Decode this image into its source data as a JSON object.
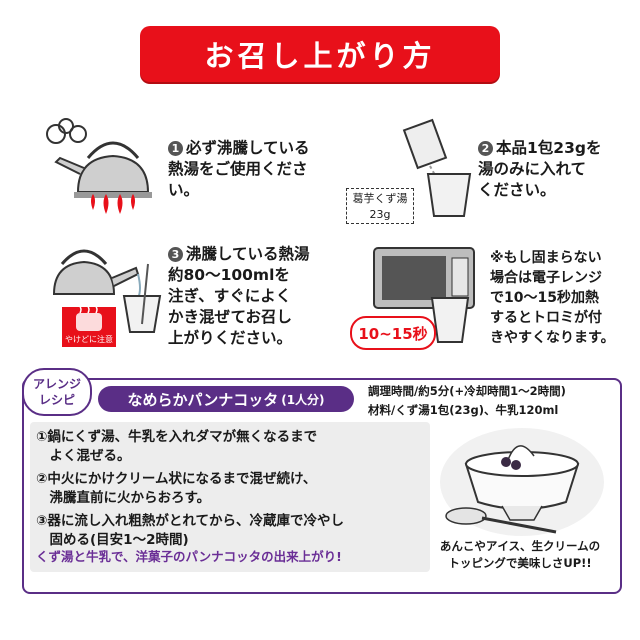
{
  "title": "お召し上がり方",
  "steps": [
    {
      "num": "1",
      "lines": [
        "必ず沸騰している",
        "熱湯をご使用くださ",
        "い。"
      ]
    },
    {
      "num": "2",
      "lines": [
        "本品1包23gを",
        "湯のみに入れて",
        "ください。"
      ]
    },
    {
      "num": "3",
      "lines": [
        "沸騰している熱湯",
        "約80〜100mlを",
        "注ぎ、すぐによく",
        "かき混ぜてお召し",
        "上がりください。"
      ]
    }
  ],
  "note_lines": [
    "※もし固まらない",
    "場合は電子レンジ",
    "で10〜15秒加熱",
    "するとトロミが付",
    "きやすくなります。"
  ],
  "package_label": {
    "line1": "葛芋くず湯",
    "line2": "23g"
  },
  "time_badge": "10~15秒",
  "caution_label": "やけどに注意",
  "arrange": {
    "tag_line1": "アレンジ",
    "tag_line2": "レシピ",
    "recipe_name": "なめらかパンナコッタ",
    "servings": "(1人分)",
    "time": "調理時間/約5分(+冷却時間1〜2時間)",
    "ingredients": "材料/くず湯1包(23g)、牛乳120ml",
    "steps": [
      [
        "①鍋にくず湯、牛乳を入れダマが無くなるまで",
        "　よく混ぜる。"
      ],
      [
        "②中火にかけクリーム状になるまで混ぜ続け、",
        "　沸騰直前に火からおろす。"
      ],
      [
        "③器に流し入れ粗熱がとれてから、冷蔵庫で冷やし",
        "　固める(目安1〜2時間)"
      ]
    ],
    "closing": "くず湯と牛乳で、洋菓子のパンナコッタの出来上がり!",
    "topping_line1": "あんこやアイス、生クリームの",
    "topping_line2": "トッピングで美味しさUP!!"
  }
}
